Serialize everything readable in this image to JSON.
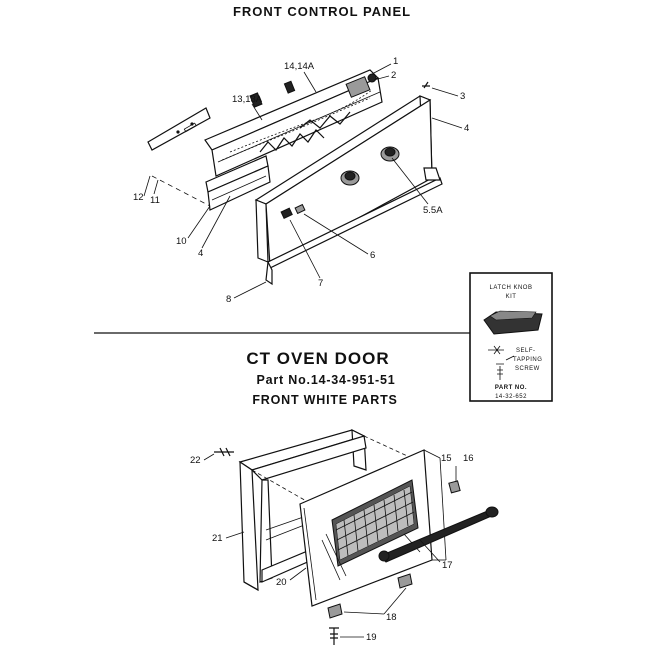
{
  "titles": {
    "front_control_panel": "FRONT CONTROL PANEL",
    "oven_door": "CT OVEN DOOR",
    "part_no": "Part No.14-34-951-51",
    "front_white_parts": "FRONT WHITE PARTS"
  },
  "kit_box": {
    "heading_line1": "LATCH KNOB",
    "heading_line2": "KIT",
    "screw_label_line1": "SELF-",
    "screw_label_line2": "TAPPING",
    "screw_label_line3": "SCREW",
    "part_no_label": "PART NO.",
    "part_no_value": "14-32-652"
  },
  "callouts": {
    "c1": "1",
    "c2": "2",
    "c3": "3",
    "c4a": "4",
    "c4b": "4",
    "c5": "5.5A",
    "c6": "6",
    "c7": "7",
    "c8": "8",
    "c10": "10",
    "c11": "11",
    "c12": "12",
    "c13": "13,13A",
    "c14": "14,14A",
    "c15": "15",
    "c16": "16",
    "c17": "17",
    "c18": "18",
    "c19": "19",
    "c20": "20",
    "c21": "21",
    "c22": "22"
  }
}
